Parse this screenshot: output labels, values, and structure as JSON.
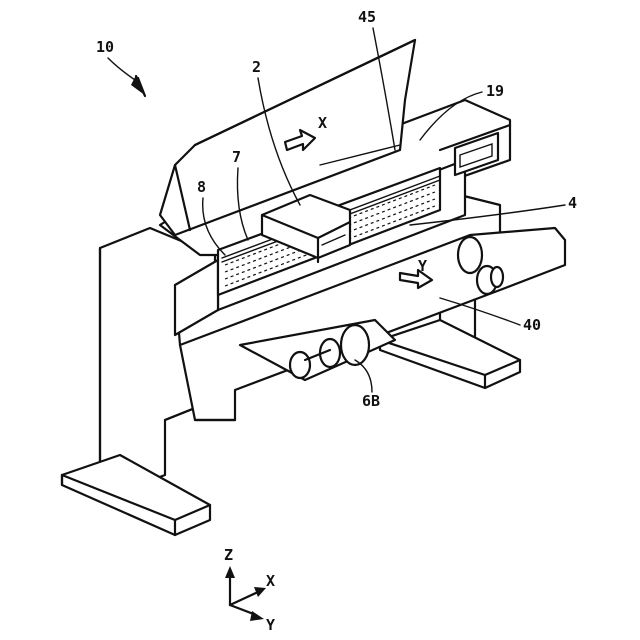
{
  "figure": {
    "ref_numerals": {
      "apparatus": "10",
      "cover": "45",
      "carriage": "2",
      "display": "19",
      "rail": "7",
      "belt": "8",
      "platen": "4",
      "media": "40",
      "roller": "6B"
    },
    "arrows": {
      "scan_direction": "X",
      "feed_direction": "Y"
    },
    "axes": {
      "z": "Z",
      "x": "X",
      "y": "Y"
    }
  }
}
